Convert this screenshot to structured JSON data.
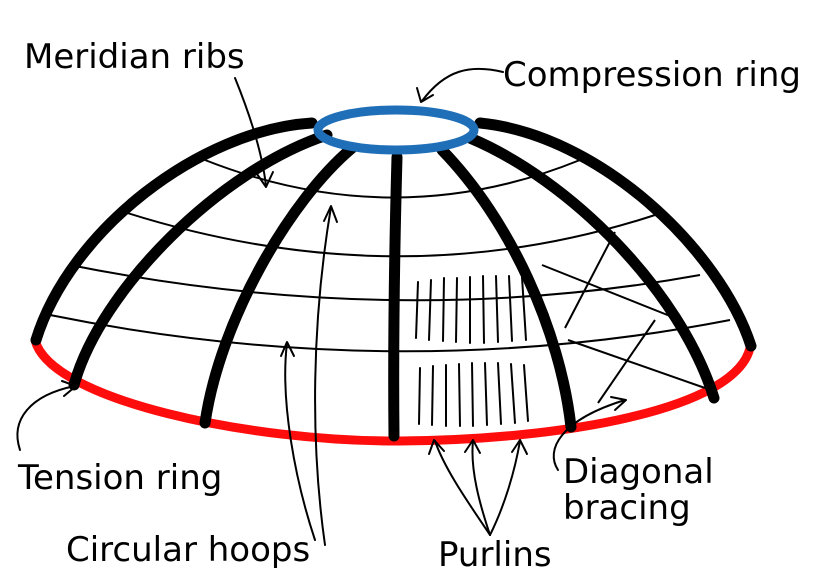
{
  "labels": {
    "meridian_ribs": "Meridian ribs",
    "compression_ring": "Compression ring",
    "tension_ring": "Tension ring",
    "circular_hoops": "Circular hoops",
    "purlins": "Purlins",
    "diagonal_bracing_line1": "Diagonal",
    "diagonal_bracing_line2": "bracing"
  },
  "colors": {
    "compression_ring": "#1f6fb8",
    "tension_ring": "#ff0d0d",
    "ribs": "#000000",
    "hoops": "#000000",
    "background": "#ffffff"
  }
}
